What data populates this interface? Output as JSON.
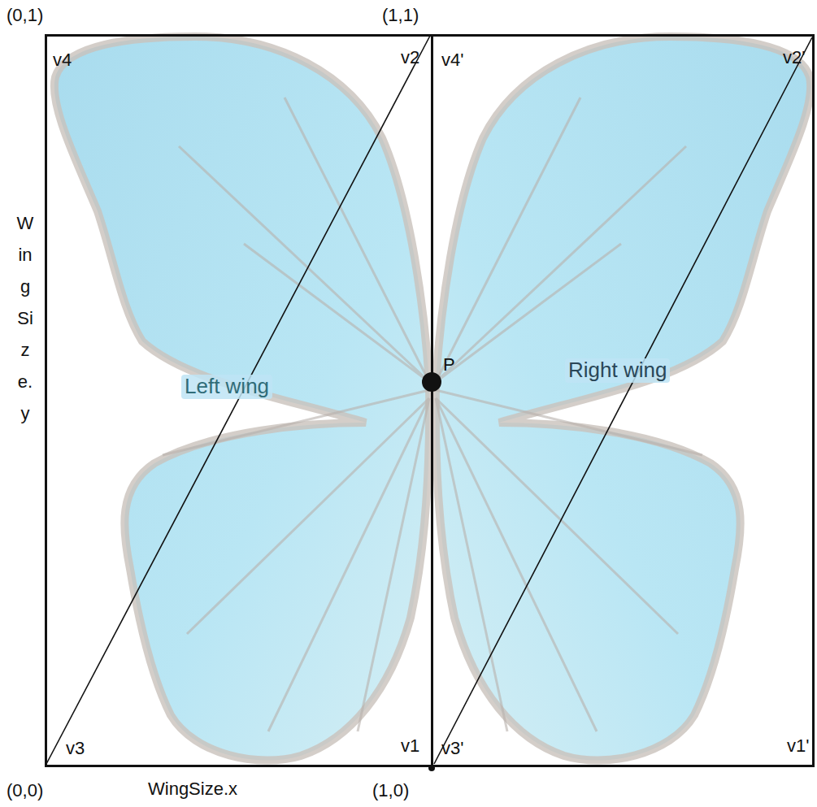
{
  "diagram": {
    "nodes": [
      {
        "text": [
          "v4",
          "v2",
          "Left wing",
          "v3",
          "v1"
        ]
      },
      {
        "text": [
          "v4'",
          "v2'",
          "Right wing",
          "v3'",
          "v1'"
        ]
      }
    ],
    "labels": [
      "(0,1)",
      "(1,1)",
      "(0,0)",
      "(1,0)",
      "WingSize.x",
      "WingSize.y",
      "P"
    ]
  }
}
